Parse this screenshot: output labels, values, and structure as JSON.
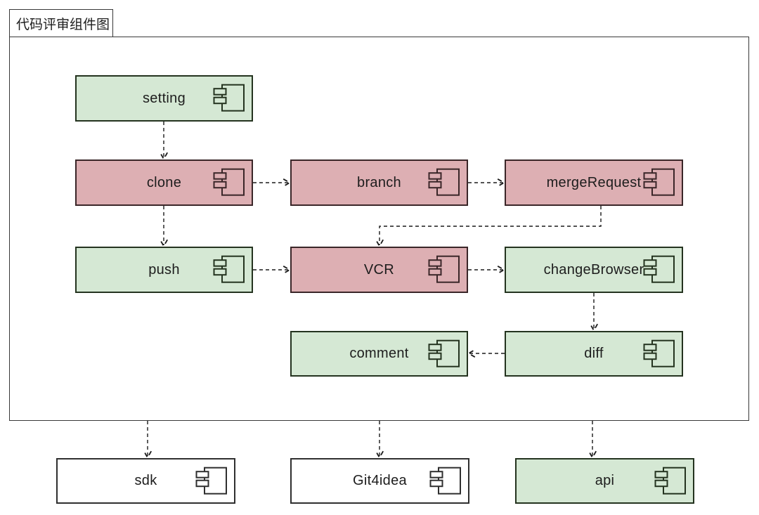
{
  "diagram": {
    "title": "代码评审组件图",
    "type": "uml-component-diagram"
  },
  "colors": {
    "component_green_fill": "#d5e8d4",
    "component_red_fill": "#ddafb3",
    "component_white_fill": "#ffffff",
    "border_dark": "#2f2f2f",
    "edge_color": "#1a1a1a",
    "background": "#ffffff"
  },
  "components": {
    "setting": {
      "label": "setting",
      "color": "green",
      "inside_frame": true
    },
    "clone": {
      "label": "clone",
      "color": "red",
      "inside_frame": true
    },
    "branch": {
      "label": "branch",
      "color": "red",
      "inside_frame": true
    },
    "mergeRequest": {
      "label": "mergeRequest",
      "color": "red",
      "inside_frame": true
    },
    "push": {
      "label": "push",
      "color": "green",
      "inside_frame": true
    },
    "vcr": {
      "label": "VCR",
      "color": "red",
      "inside_frame": true
    },
    "changeBrowser": {
      "label": "changeBrowser",
      "color": "green",
      "inside_frame": true
    },
    "comment": {
      "label": "comment",
      "color": "green",
      "inside_frame": true
    },
    "diff": {
      "label": "diff",
      "color": "green",
      "inside_frame": true
    },
    "sdk": {
      "label": "sdk",
      "color": "white",
      "inside_frame": false
    },
    "git4idea": {
      "label": "Git4idea",
      "color": "white",
      "inside_frame": false
    },
    "api": {
      "label": "api",
      "color": "green",
      "inside_frame": false
    }
  },
  "edges": [
    {
      "from": "setting",
      "to": "clone",
      "style": "dashed-arrow"
    },
    {
      "from": "clone",
      "to": "branch",
      "style": "dashed-arrow"
    },
    {
      "from": "branch",
      "to": "mergeRequest",
      "style": "dashed-arrow"
    },
    {
      "from": "mergeRequest",
      "to": "VCR",
      "style": "dashed-arrow"
    },
    {
      "from": "clone",
      "to": "push",
      "style": "dashed-arrow"
    },
    {
      "from": "push",
      "to": "VCR",
      "style": "dashed-arrow"
    },
    {
      "from": "VCR",
      "to": "changeBrowser",
      "style": "dashed-arrow"
    },
    {
      "from": "changeBrowser",
      "to": "diff",
      "style": "dashed-arrow"
    },
    {
      "from": "diff",
      "to": "comment",
      "style": "dashed-arrow"
    },
    {
      "from": "frame",
      "to": "sdk",
      "style": "dashed-arrow"
    },
    {
      "from": "frame",
      "to": "Git4idea",
      "style": "dashed-arrow"
    },
    {
      "from": "frame",
      "to": "api",
      "style": "dashed-arrow"
    }
  ]
}
